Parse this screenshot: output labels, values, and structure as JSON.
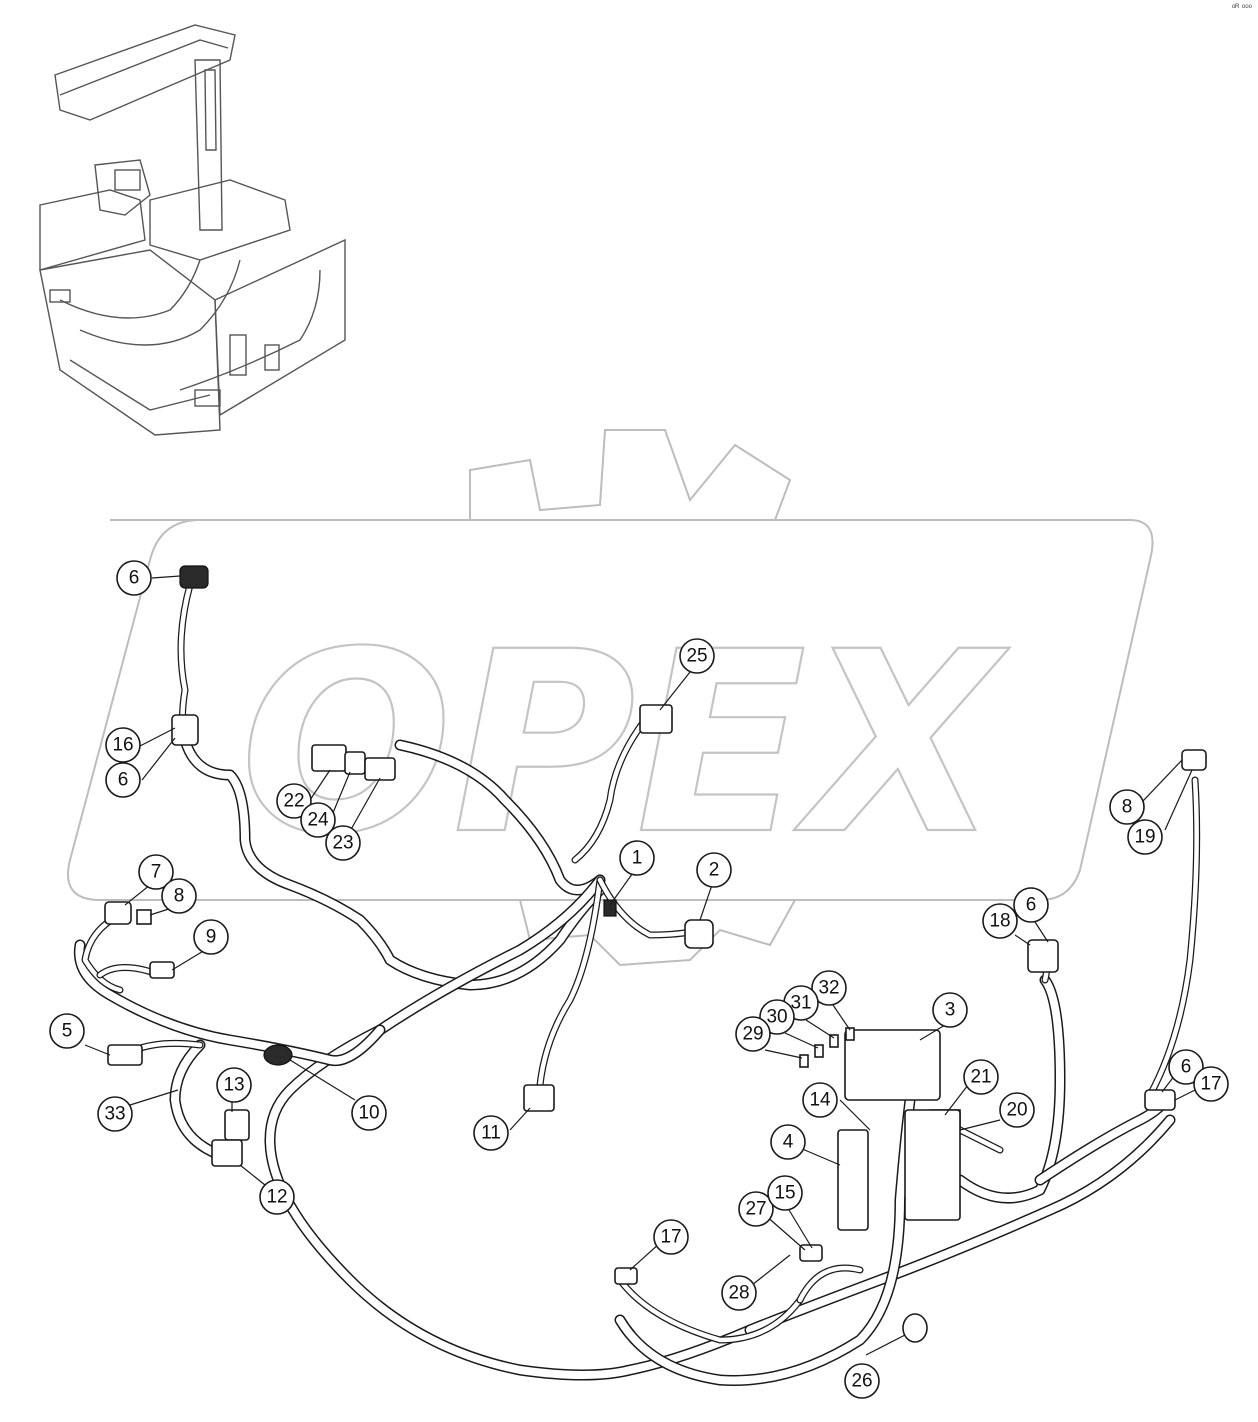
{
  "corner_mark": "ᵒᴿ ᵒᵒᵒ",
  "watermark": {
    "text": "OPEX"
  },
  "thumbnail": {
    "description_icon": "operator-cab-harness-location-icon"
  },
  "callouts": [
    {
      "id": "c-6a",
      "label": "6"
    },
    {
      "id": "c-25",
      "label": "25"
    },
    {
      "id": "c-16",
      "label": "16"
    },
    {
      "id": "c-6b",
      "label": "6"
    },
    {
      "id": "c-22",
      "label": "22"
    },
    {
      "id": "c-24",
      "label": "24"
    },
    {
      "id": "c-23",
      "label": "23"
    },
    {
      "id": "c-1",
      "label": "1"
    },
    {
      "id": "c-2",
      "label": "2"
    },
    {
      "id": "c-7",
      "label": "7"
    },
    {
      "id": "c-8a",
      "label": "8"
    },
    {
      "id": "c-9",
      "label": "9"
    },
    {
      "id": "c-5",
      "label": "5"
    },
    {
      "id": "c-13",
      "label": "13"
    },
    {
      "id": "c-33",
      "label": "33"
    },
    {
      "id": "c-10",
      "label": "10"
    },
    {
      "id": "c-11",
      "label": "11"
    },
    {
      "id": "c-12",
      "label": "12"
    },
    {
      "id": "c-8b",
      "label": "8"
    },
    {
      "id": "c-19",
      "label": "19"
    },
    {
      "id": "c-18",
      "label": "18"
    },
    {
      "id": "c-6c",
      "label": "6"
    },
    {
      "id": "c-32",
      "label": "32"
    },
    {
      "id": "c-31",
      "label": "31"
    },
    {
      "id": "c-30",
      "label": "30"
    },
    {
      "id": "c-29",
      "label": "29"
    },
    {
      "id": "c-3",
      "label": "3"
    },
    {
      "id": "c-21",
      "label": "21"
    },
    {
      "id": "c-14",
      "label": "14"
    },
    {
      "id": "c-20",
      "label": "20"
    },
    {
      "id": "c-6d",
      "label": "6"
    },
    {
      "id": "c-17a",
      "label": "17"
    },
    {
      "id": "c-4",
      "label": "4"
    },
    {
      "id": "c-27",
      "label": "27"
    },
    {
      "id": "c-15",
      "label": "15"
    },
    {
      "id": "c-17b",
      "label": "17"
    },
    {
      "id": "c-28",
      "label": "28"
    },
    {
      "id": "c-26",
      "label": "26"
    }
  ]
}
